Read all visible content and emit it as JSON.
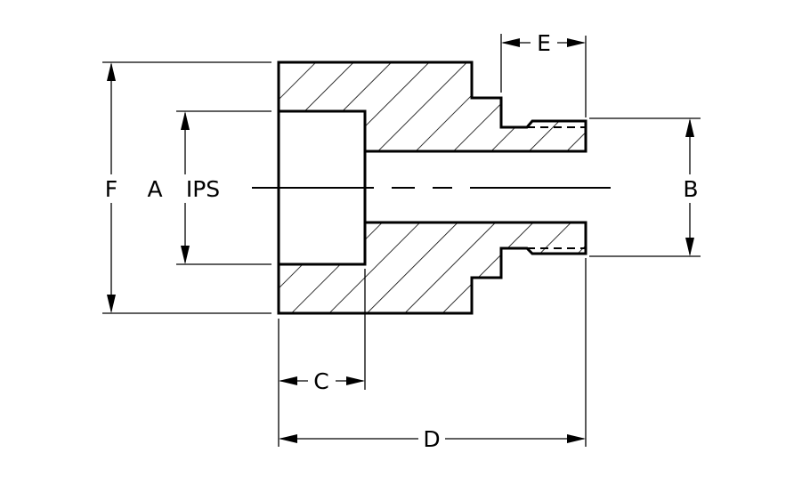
{
  "labels": {
    "f": "F",
    "a": "A",
    "ips": "IPS",
    "b": "B",
    "c": "C",
    "d": "D",
    "e": "E"
  }
}
